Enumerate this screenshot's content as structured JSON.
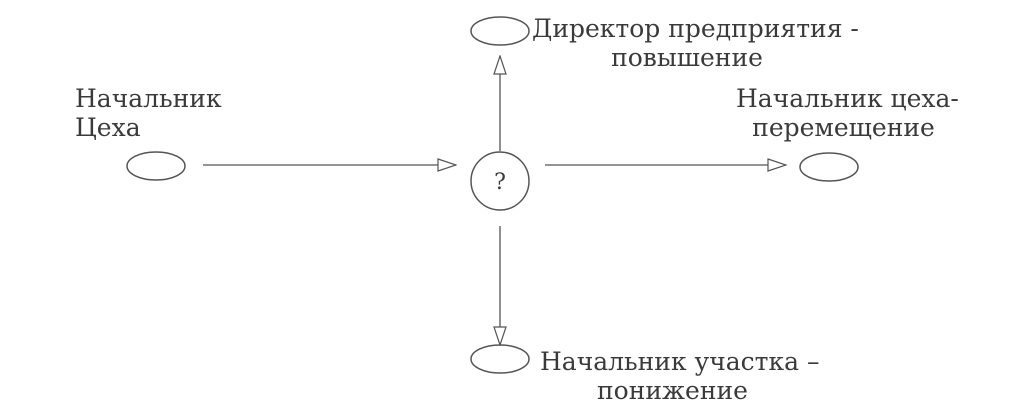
{
  "center_node": {
    "symbol": "?"
  },
  "nodes": {
    "left": {
      "line1": "Начальник",
      "line2": "Цеха"
    },
    "top": {
      "line1": "Директор предприятия -",
      "line2": "повышение"
    },
    "right": {
      "line1": "Начальник цеха-",
      "line2": "перемещение"
    },
    "bottom": {
      "line1": "Начальник участка –",
      "line2": "понижение"
    }
  },
  "colors": {
    "stroke": "#555555",
    "text": "#3a3a3a"
  }
}
